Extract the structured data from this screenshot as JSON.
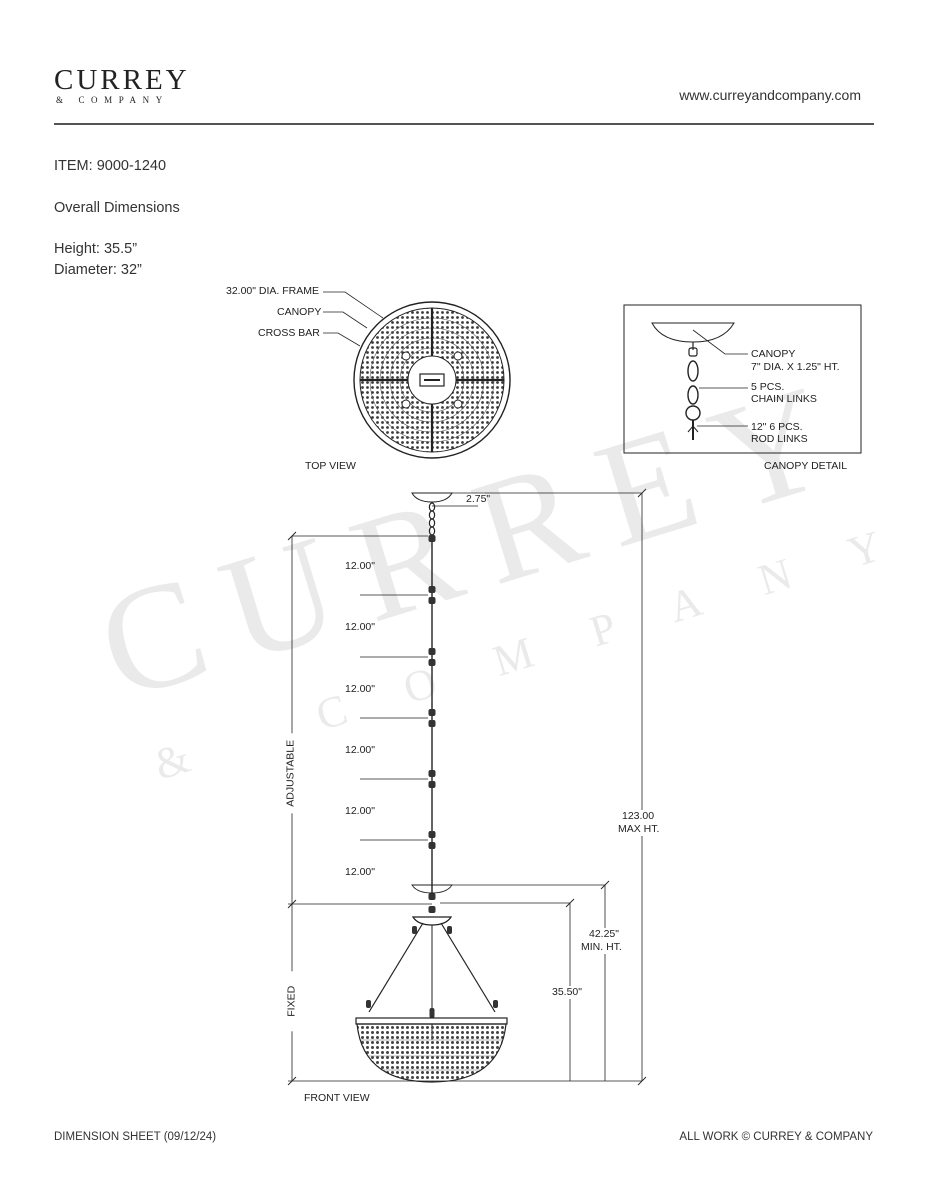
{
  "header": {
    "logo_main": "CURREY",
    "logo_sub": "& COMPANY",
    "url": "www.curreyandcompany.com"
  },
  "item": {
    "code": "ITEM: 9000-1240",
    "section_title": "Overall Dimensions",
    "height": "Height: 35.5”",
    "diameter": "Diameter: 32”"
  },
  "top_view": {
    "frame_label": "32.00\" DIA. FRAME",
    "canopy_label": "CANOPY",
    "crossbar_label": "CROSS BAR",
    "caption": "TOP VIEW"
  },
  "canopy_detail": {
    "canopy_line1": "CANOPY",
    "canopy_line2": "7\" DIA. X 1.25\" HT.",
    "chain_line1": "5 PCS.",
    "chain_line2": "CHAIN LINKS",
    "rod_line1": "12\" 6 PCS.",
    "rod_line2": "ROD LINKS",
    "caption": "CANOPY DETAIL"
  },
  "front_view": {
    "canopy_dim": "2.75\"",
    "rod_lengths": [
      "12.00\"",
      "12.00\"",
      "12.00\"",
      "12.00\"",
      "12.00\"",
      "12.00\""
    ],
    "adjustable_label": "ADJUSTABLE",
    "fixed_label": "FIXED",
    "max_ht_value": "123.00",
    "max_ht_label": "MAX HT.",
    "min_ht_value": "42.25\"",
    "min_ht_label": "MIN. HT.",
    "body_height": "35.50\"",
    "caption": "FRONT VIEW"
  },
  "footer": {
    "left": "DIMENSION SHEET (09/12/24)",
    "right": "ALL WORK © CURREY & COMPANY"
  }
}
